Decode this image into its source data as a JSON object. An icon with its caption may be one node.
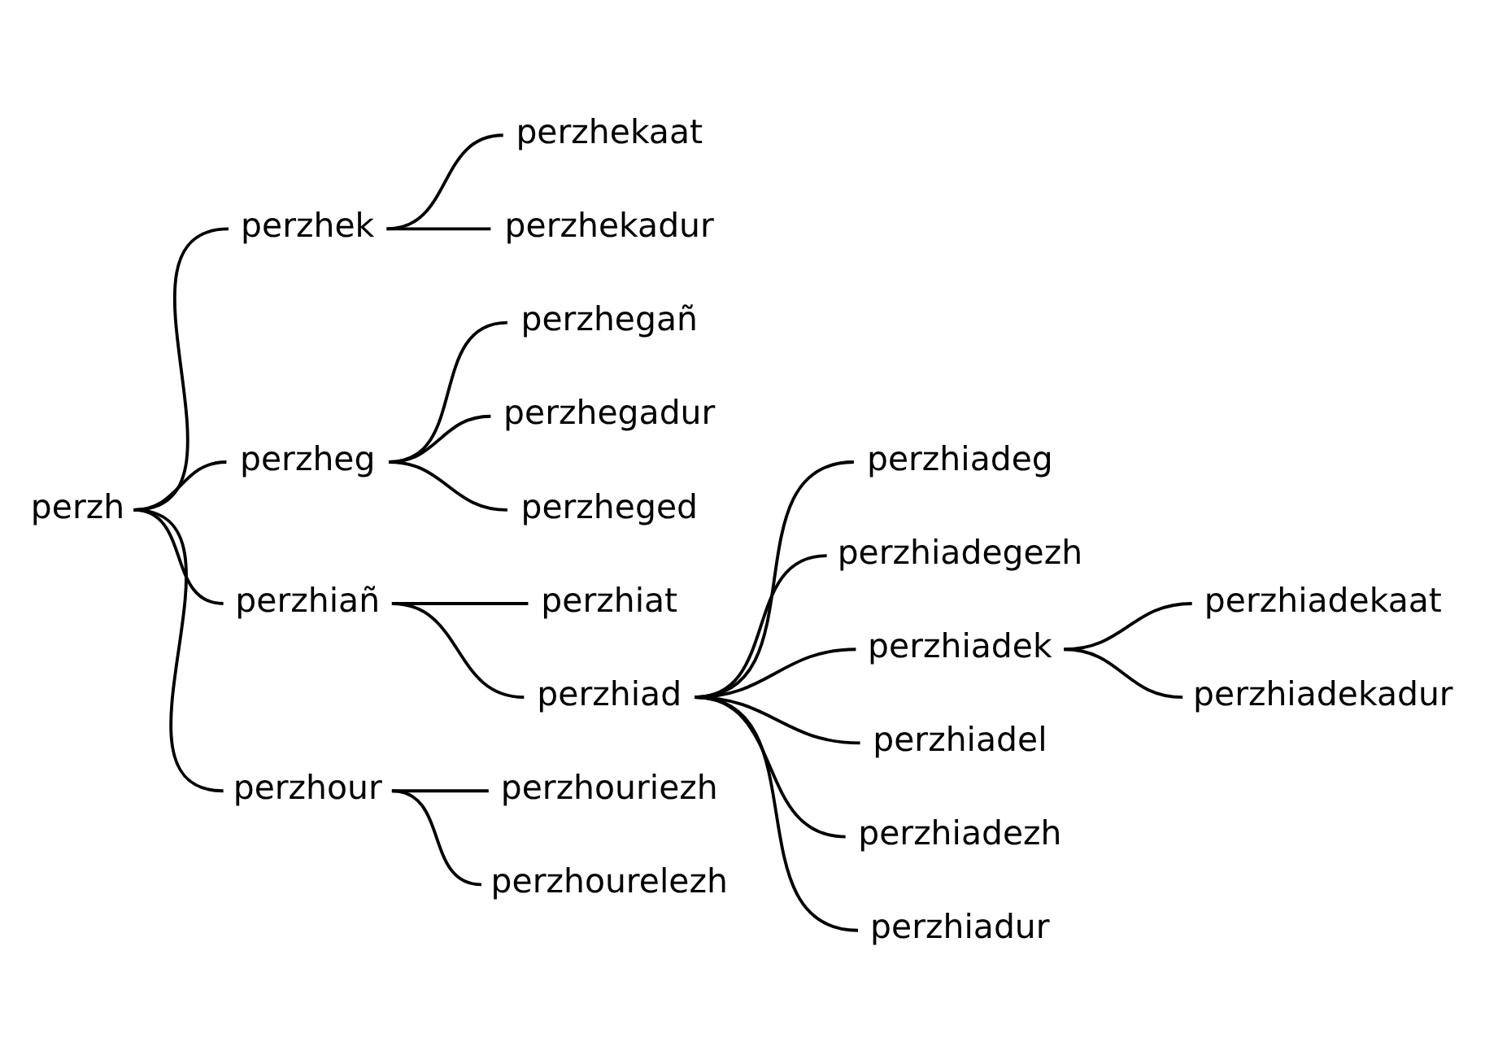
{
  "diagram": {
    "nodes": [
      {
        "text": [
          "perzh"
        ]
      },
      {
        "text": [
          "perzhek"
        ]
      },
      {
        "text": [
          "perzhekaat"
        ]
      },
      {
        "text": [
          "perzhekadur"
        ]
      },
      {
        "text": [
          "perzheg"
        ]
      },
      {
        "text": [
          "perzhegañ"
        ]
      },
      {
        "text": [
          "perzhegadur"
        ]
      },
      {
        "text": [
          "perzheged"
        ]
      },
      {
        "text": [
          "perzhiañ"
        ]
      },
      {
        "text": [
          "perzhiat"
        ]
      },
      {
        "text": [
          "perzhiad"
        ]
      },
      {
        "text": [
          "perzhiadeg"
        ]
      },
      {
        "text": [
          "perzhiadegezh"
        ]
      },
      {
        "text": [
          "perzhiadek"
        ]
      },
      {
        "text": [
          "perzhiadekaat"
        ]
      },
      {
        "text": [
          "perzhiadekadur"
        ]
      },
      {
        "text": [
          "perzhiadel"
        ]
      },
      {
        "text": [
          "perzhiadezh"
        ]
      },
      {
        "text": [
          "perzhiadur"
        ]
      },
      {
        "text": [
          "perzhour"
        ]
      },
      {
        "text": [
          "perzhouriezh"
        ]
      },
      {
        "text": [
          "perzhourelezh"
        ]
      }
    ],
    "edges": [
      {
        "from": 0,
        "to": 1,
        "arrow": "none"
      },
      {
        "from": 0,
        "to": 4,
        "arrow": "none"
      },
      {
        "from": 0,
        "to": 8,
        "arrow": "none"
      },
      {
        "from": 0,
        "to": 19,
        "arrow": "none"
      },
      {
        "from": 1,
        "to": 2,
        "arrow": "none"
      },
      {
        "from": 1,
        "to": 3,
        "arrow": "none"
      },
      {
        "from": 4,
        "to": 5,
        "arrow": "none"
      },
      {
        "from": 4,
        "to": 6,
        "arrow": "none"
      },
      {
        "from": 4,
        "to": 7,
        "arrow": "none"
      },
      {
        "from": 8,
        "to": 9,
        "arrow": "none"
      },
      {
        "from": 8,
        "to": 10,
        "arrow": "none"
      },
      {
        "from": 10,
        "to": 11,
        "arrow": "none"
      },
      {
        "from": 10,
        "to": 12,
        "arrow": "none"
      },
      {
        "from": 10,
        "to": 13,
        "arrow": "none"
      },
      {
        "from": 13,
        "to": 14,
        "arrow": "none"
      },
      {
        "from": 13,
        "to": 15,
        "arrow": "none"
      },
      {
        "from": 10,
        "to": 16,
        "arrow": "none"
      },
      {
        "from": 10,
        "to": 17,
        "arrow": "none"
      },
      {
        "from": 10,
        "to": 18,
        "arrow": "none"
      },
      {
        "from": 19,
        "to": 20,
        "arrow": "none"
      },
      {
        "from": 19,
        "to": 21,
        "arrow": "none"
      }
    ]
  }
}
